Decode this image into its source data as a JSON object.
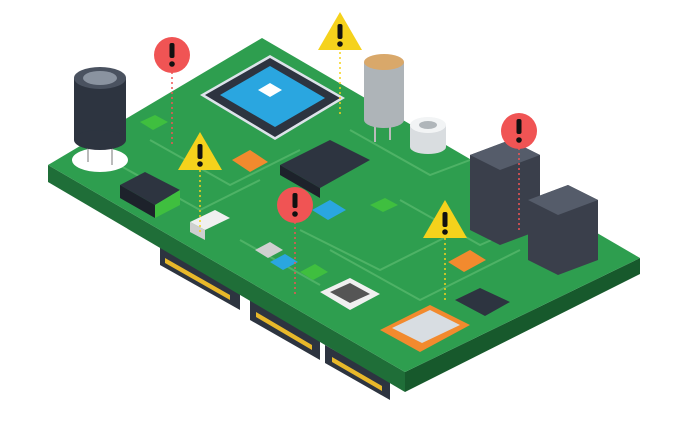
{
  "scene": {
    "subject": "circuit-board",
    "colors": {
      "board_top": "#2e9e4f",
      "board_side": "#1f6e38",
      "trace": "#56b86c",
      "chip_blue": "#2aa6e0",
      "chip_body": "#2d3440",
      "warning_red": "#f05454",
      "warning_yellow": "#f5d21c",
      "orange": "#f28a2e",
      "connector": "#3a3f4b"
    },
    "alerts": [
      {
        "type": "error",
        "icon": "exclamation-circle-icon"
      },
      {
        "type": "error",
        "icon": "exclamation-circle-icon"
      },
      {
        "type": "error",
        "icon": "exclamation-circle-icon"
      },
      {
        "type": "warning",
        "icon": "warning-triangle-icon"
      },
      {
        "type": "warning",
        "icon": "warning-triangle-icon"
      },
      {
        "type": "warning",
        "icon": "warning-triangle-icon"
      }
    ]
  }
}
